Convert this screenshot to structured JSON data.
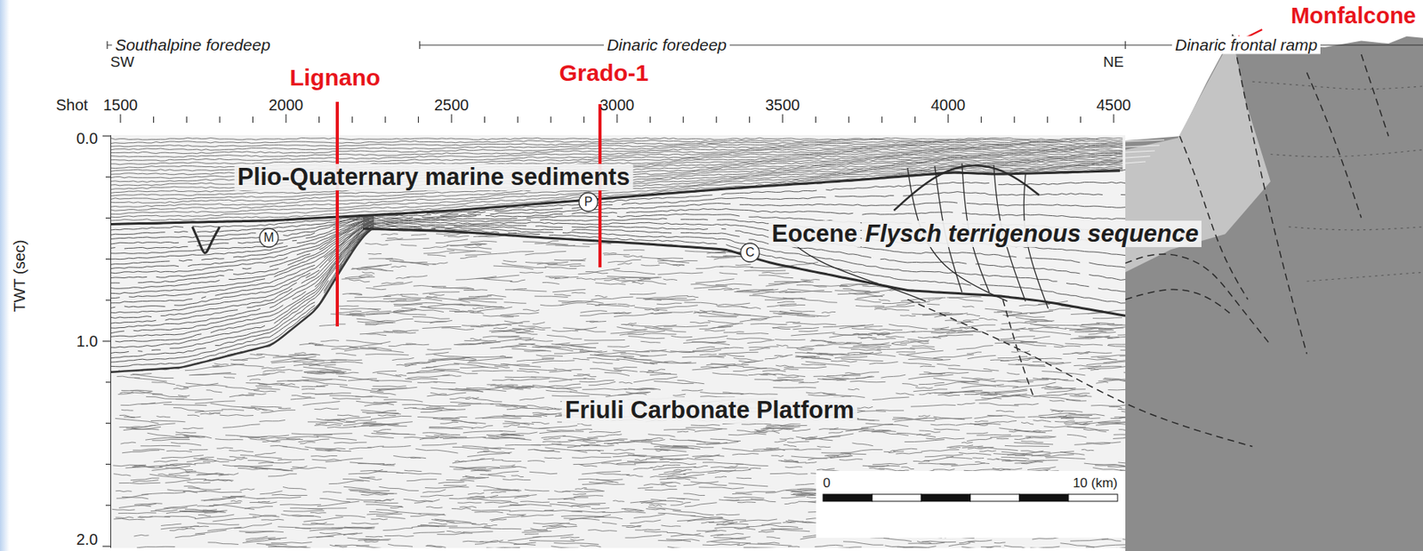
{
  "diagram": {
    "nodes": [
      {
        "text": [
          "M"
        ]
      },
      {
        "text": [
          "P"
        ]
      },
      {
        "text": [
          "C"
        ]
      }
    ],
    "labels": [
      "Southalpine foredeep",
      "SW",
      "Lignano",
      "Grado-1",
      "Dinaric foredeep",
      "NE",
      "Monfalcone",
      "Dinaric frontal ramp",
      "Shot",
      "1500",
      "2000",
      "2500",
      "3000",
      "3500",
      "4000",
      "4500",
      "0.0",
      "TWT (sec)",
      "1.0",
      "2.0",
      "Plio-Quaternary marine sediments",
      "Eocene",
      "Flysch terrigenous sequence",
      "Friuli Carbonate Platform",
      "0",
      "10 (km)"
    ]
  }
}
